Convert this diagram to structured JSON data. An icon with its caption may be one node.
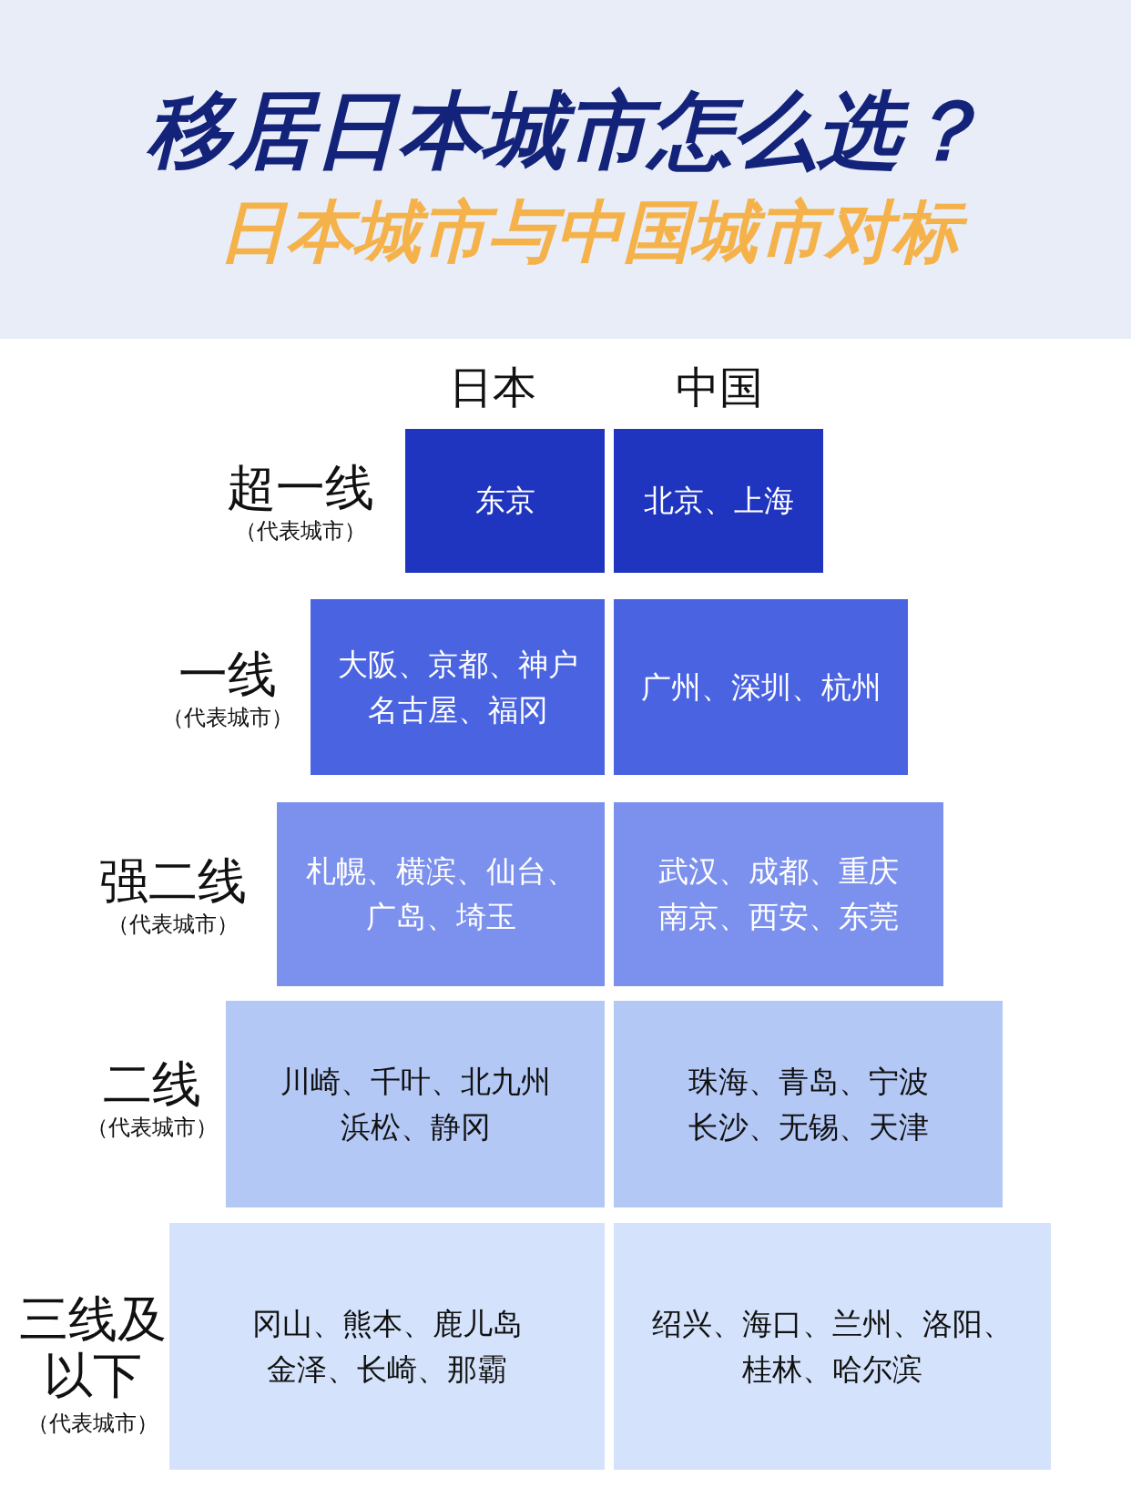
{
  "diagram": {
    "title": "移居日本城市怎么选？",
    "nodes": [
      {
        "text": [
          "东京"
        ]
      },
      {
        "text": [
          "北京、上海"
        ]
      },
      {
        "text": [
          "大阪、京都、神户名古屋、福冈"
        ]
      },
      {
        "text": [
          "广州、深圳、杭州"
        ]
      },
      {
        "text": [
          "札幌、横滨、仙台、广岛、埼玉"
        ]
      },
      {
        "text": [
          "武汉、成都、重庆南京、西安、东莞"
        ]
      },
      {
        "text": [
          "川崎、千叶、北九州浜松、静冈"
        ]
      },
      {
        "text": [
          "珠海、青岛、宁波长沙、无锡、天津"
        ]
      },
      {
        "text": [
          "冈山、熊本、鹿儿岛金泽、长崎、那霸"
        ]
      },
      {
        "text": [
          "绍兴、海口、兰州、洛阳、桂林、哈尔滨"
        ]
      }
    ],
    "labels": [
      "日本城市与中国城市对标",
      "日本",
      "中国",
      "超一线",
      "（代表城市）",
      "一线",
      "（代表城市）",
      "强二线",
      "（代表城市）",
      "二线",
      "（代表城市）",
      "三线及以下",
      "（代表城市）"
    ]
  }
}
